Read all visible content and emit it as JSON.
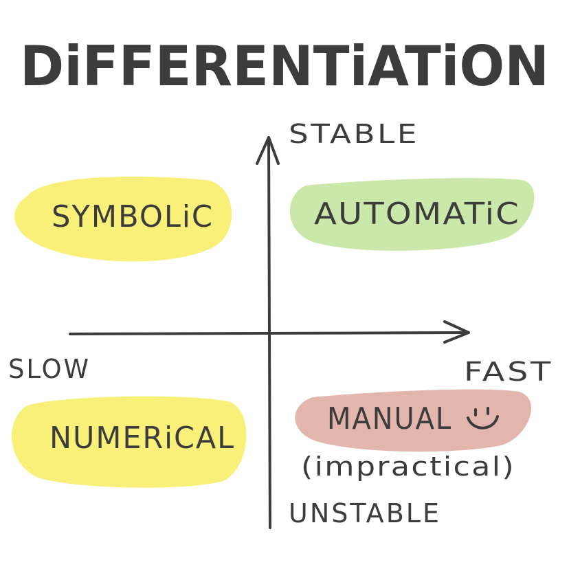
{
  "title": "DiFFERENTiATiON",
  "axes": {
    "top": "STABLE",
    "bottom": "UNSTABLE",
    "left": "SLOW",
    "right": "FAST"
  },
  "quadrants": {
    "top_left": {
      "label": "SYMBOLiC",
      "color": "#f9f07a"
    },
    "top_right": {
      "label": "AUTOMATiC",
      "color": "#c9e8a9"
    },
    "bottom_left": {
      "label": "NUMERiCAL",
      "color": "#f9f07a"
    },
    "bottom_right": {
      "label": "MANUAL",
      "note": "(impractical)",
      "color": "#e2b5ad"
    }
  },
  "ink_color": "#3c3c3c"
}
